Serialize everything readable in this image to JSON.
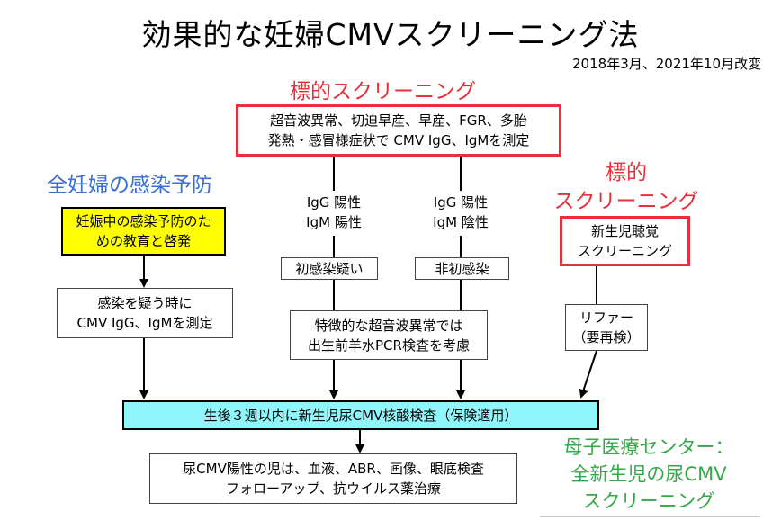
{
  "title": "効果的な妊婦CMVスクリーニング法",
  "revision": "2018年3月、2021年10月改変",
  "targeted_screening_heading": "標的スクリーニング",
  "targeted_screening_box": "超音波異常、切迫早産、早産、FGR、多胎\n発熱・感冒様症状で CMV IgG、IgMを測定",
  "prevention_heading": "全妊婦の感染予防",
  "prevention_box": "妊娠中の感染予防のた\nめの教育と啓発",
  "suspect_box": "感染を疑う時に\nCMV IgG、IgMを測定",
  "result_positive_positive": "IgG 陽性\nIgM 陽性",
  "result_positive_negative": "IgG 陽性\nIgM 陰性",
  "primary_suspected": "初感染疑い",
  "non_primary": "非初感染",
  "ultrasound_box": "特徴的な超音波異常では\n出生前羊水PCR検査を考慮",
  "newborn_heading": "標的\nスクリーニング",
  "hearing_box": "新生児聴覚\nスクリーニング",
  "refer_box": "リファー\n（要再検）",
  "nat_box": "生後３週以内に新生児尿CMV核酸検査（保険適用）",
  "followup_box": "尿CMV陽性の児は、血液、ABR、画像、眼底検査\nフォローアップ、抗ウイルス薬治療",
  "center_note": "母子医療センター：\n全新生児の尿CMV\nスクリーニング",
  "colors": {
    "red": "#e8303a",
    "blue": "#3a6fd0",
    "green": "#36a84a",
    "yellow": "#ffff00",
    "cyan": "#8ff7fb"
  }
}
